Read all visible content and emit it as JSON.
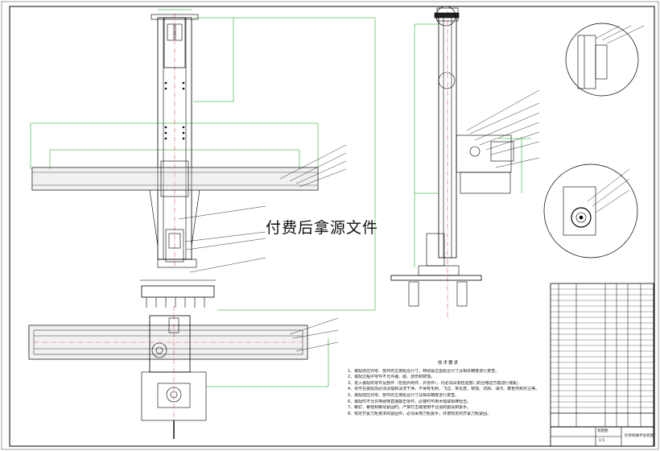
{
  "watermark": "付费后拿源文件",
  "notes": {
    "title": "技术要求",
    "lines": [
      "1、装配前应对零、部件的主要配合尺寸，特别是过盈配合尺寸及相关精度进行复查。",
      "2、装配过程中零件不允许磕、碰、划伤和锈蚀。",
      "3、进入装配的零件及部件（包括外购件、外协件），均必须具有检验部门的合格证方能进行装配。",
      "4、零件在装配前必须清理和清洗干净，不得有毛刺、飞边、氧化皮、锈蚀、切屑、油污、着色剂和灰尘等。",
      "5、装配前应对零、部件的主要配合尺寸及相关精度进行复查。",
      "6、装配时不允许用硬物直接敲击零件，必要时可用木槌或铜棒轻击。",
      "7、螺钉、螺栓和螺母紧固时，严禁打击或使用不合适的旋具和扳手。",
      "8、规定拧紧力矩要求的紧固件，必须采用力矩扳手，并按规定的拧紧力矩紧固。"
    ]
  },
  "title_block": {
    "drawing_title": "桁架机械手总装图",
    "material": "装配图",
    "scale": "1:5"
  }
}
